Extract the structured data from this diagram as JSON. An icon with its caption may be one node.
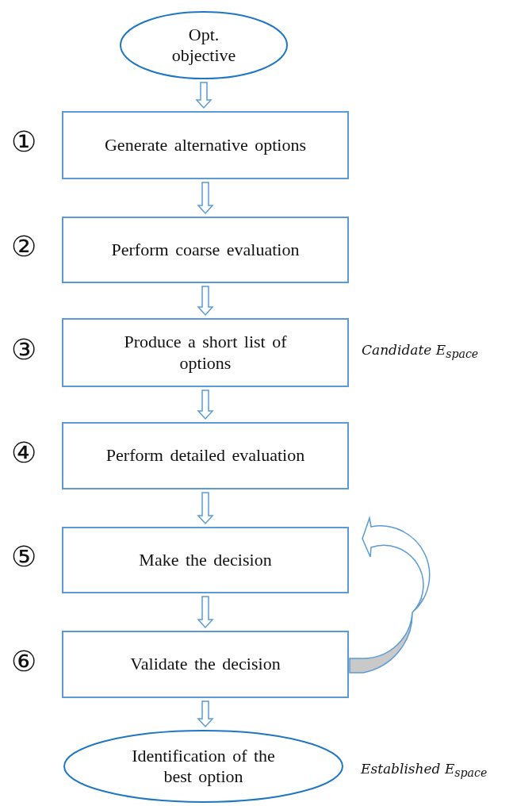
{
  "diagram": {
    "nodes": [
      {
        "text": [
          "Opt. objective"
        ]
      },
      {
        "text": [
          "Generate alternative options"
        ],
        "beside": [
          "①"
        ]
      },
      {
        "text": [
          "Perform coarse evaluation"
        ],
        "beside": [
          "②"
        ]
      },
      {
        "text": [
          "Produce a short list of options"
        ],
        "beside": [
          "③",
          "Candidate E$_{space}$"
        ]
      },
      {
        "text": [
          "Perform detailed evaluation"
        ],
        "beside": [
          "④"
        ]
      },
      {
        "text": [
          "Make the decision"
        ],
        "beside": [
          "⑤"
        ]
      },
      {
        "text": [
          "Validate the decision"
        ],
        "beside": [
          "⑥"
        ]
      },
      {
        "text": [
          "Identification of the best option"
        ],
        "beside": [
          "Established E$_{space}$"
        ]
      }
    ],
    "edges": [
      {
        "from": 0,
        "to": 1,
        "arrow": "to"
      },
      {
        "from": 1,
        "to": 2,
        "arrow": "to"
      },
      {
        "from": 2,
        "to": 3,
        "arrow": "to"
      },
      {
        "from": 3,
        "to": 4,
        "arrow": "to"
      },
      {
        "from": 4,
        "to": 5,
        "arrow": "to"
      },
      {
        "from": 5,
        "to": 6,
        "arrow": "to"
      },
      {
        "from": 6,
        "to": 7,
        "arrow": "to"
      },
      {
        "from": 6,
        "to": 5,
        "arrow": "to",
        "style": "thick"
      }
    ]
  }
}
